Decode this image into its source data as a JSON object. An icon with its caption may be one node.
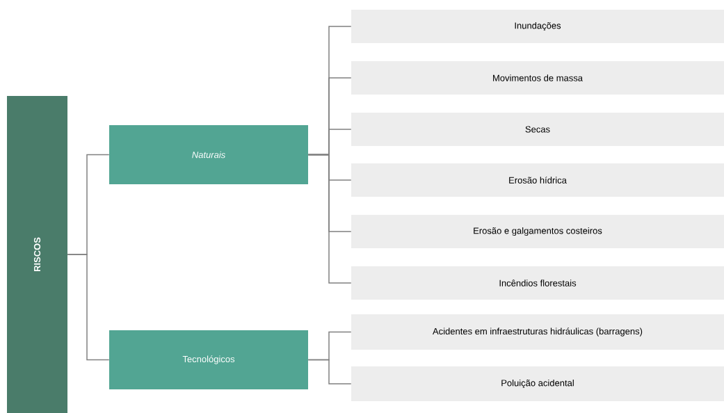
{
  "diagram": {
    "nodes": [
      {
        "text": [
          "RISCOS"
        ]
      },
      {
        "text": [
          "Naturais"
        ]
      },
      {
        "text": [
          "Tecnológicos"
        ]
      },
      {
        "text": [
          "Inundações"
        ]
      },
      {
        "text": [
          "Movimentos de massa"
        ]
      },
      {
        "text": [
          "Secas"
        ]
      },
      {
        "text": [
          "Erosão hídrica"
        ]
      },
      {
        "text": [
          "Erosão e galgamentos costeiros"
        ]
      },
      {
        "text": [
          "Incêndios florestais"
        ]
      },
      {
        "text": [
          "Acidentes em infraestruturas hidráulicas (barragens)"
        ]
      },
      {
        "text": [
          "Poluição acidental"
        ]
      }
    ],
    "edges": [
      {
        "from": 0,
        "to": 1,
        "arrow": "none"
      },
      {
        "from": 0,
        "to": 2,
        "arrow": "none"
      },
      {
        "from": 1,
        "to": 3,
        "arrow": "none"
      },
      {
        "from": 1,
        "to": 4,
        "arrow": "none"
      },
      {
        "from": 1,
        "to": 5,
        "arrow": "none"
      },
      {
        "from": 1,
        "to": 6,
        "arrow": "none"
      },
      {
        "from": 1,
        "to": 7,
        "arrow": "none"
      },
      {
        "from": 1,
        "to": 8,
        "arrow": "none"
      },
      {
        "from": 2,
        "to": 9,
        "arrow": "none"
      },
      {
        "from": 2,
        "to": 10,
        "arrow": "none"
      }
    ]
  }
}
